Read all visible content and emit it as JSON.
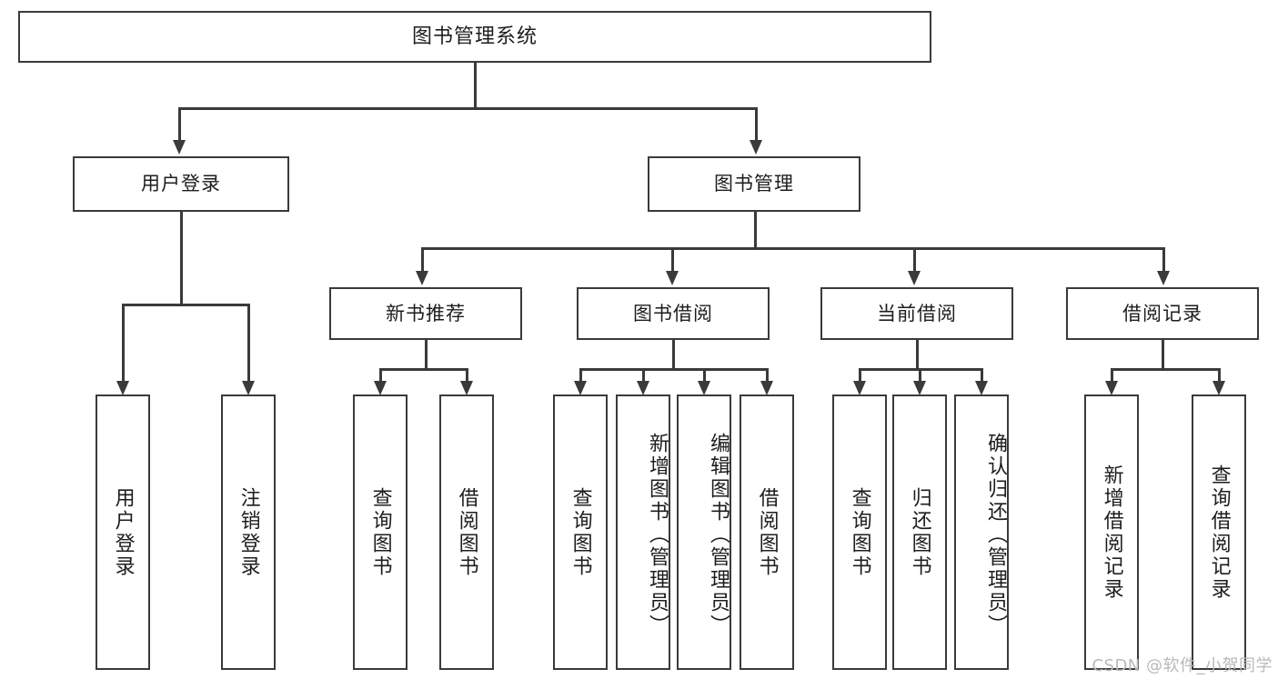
{
  "diagram": {
    "title": "图书管理系统",
    "type": "tree-hierarchy-diagram",
    "background_color": "#ffffff",
    "line_color": "#3a3a3a",
    "text_color": "#1d1d1d"
  },
  "root": {
    "label": "图书管理系统"
  },
  "level2": [
    {
      "label": "用户登录"
    },
    {
      "label": "图书管理"
    }
  ],
  "level3": [
    {
      "label": "新书推荐"
    },
    {
      "label": "图书借阅"
    },
    {
      "label": "当前借阅"
    },
    {
      "label": "借阅记录"
    }
  ],
  "leaves": {
    "user_login": [
      {
        "label": "用户登录"
      },
      {
        "label": "注销登录"
      }
    ],
    "new_book_recommend": [
      {
        "label": "查询图书"
      },
      {
        "label": "借阅图书"
      }
    ],
    "book_borrow": [
      {
        "label": "查询图书"
      },
      {
        "label": "新增图书（管理员）"
      },
      {
        "label": "编辑图书（管理员）"
      },
      {
        "label": "借阅图书"
      }
    ],
    "current_borrow": [
      {
        "label": "查询图书"
      },
      {
        "label": "归还图书"
      },
      {
        "label": "确认归还（管理员）"
      }
    ],
    "borrow_record": [
      {
        "label": "新增借阅记录"
      },
      {
        "label": "查询借阅记录"
      }
    ]
  },
  "watermark": {
    "text": "CSDN @软件_小贺同学",
    "color": "#b9b9b9"
  }
}
